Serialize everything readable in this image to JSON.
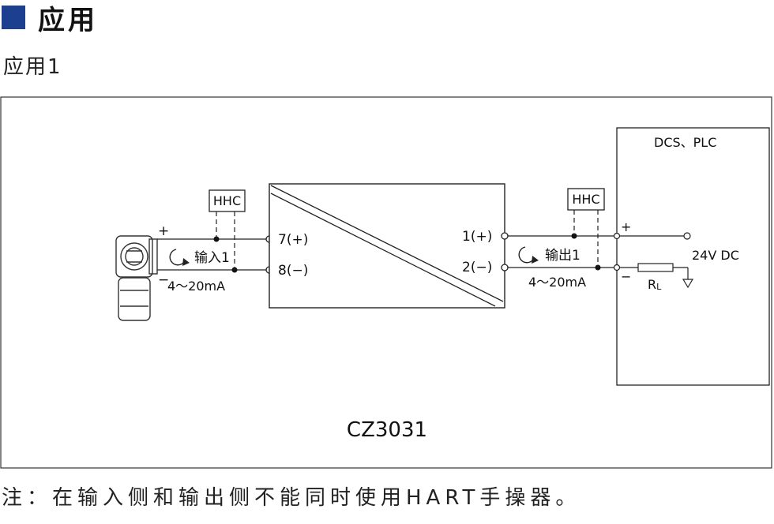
{
  "header": {
    "title": "应用",
    "accent_color": "#1d3f8f"
  },
  "subtitle": "应用1",
  "diagram": {
    "module_name": "CZ3031",
    "input_terminals": {
      "pos": "7(+)",
      "neg": "8(−)"
    },
    "output_terminals": {
      "pos": "1(+)",
      "neg": "2(−)"
    },
    "input_hhc": "HHC",
    "output_hhc": "HHC",
    "input_plus": "+",
    "input_minus": "−",
    "input_label": "输入1",
    "input_current": "4～20mA",
    "output_label": "输出1",
    "output_current": "4～20mA",
    "dcs_label": "DCS、PLC",
    "dcs_plus": "+",
    "dcs_minus": "−",
    "supply_label": "24V DC",
    "resistor_label": "RL",
    "resistor_subscript": "L"
  },
  "note": "注：在输入侧和输出侧不能同时使用HART手操器。"
}
